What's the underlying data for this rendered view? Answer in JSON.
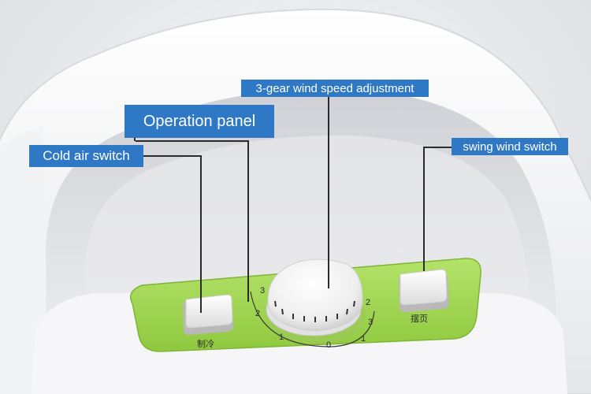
{
  "callouts": {
    "cold_air_switch": "Cold air switch",
    "operation_panel": "Operation panel",
    "wind_speed": "3-gear wind speed adjustment",
    "swing_wind_switch": "swing wind switch"
  },
  "panel_labels": {
    "cold_button": "制冷",
    "swing_button": "摆页"
  },
  "dial_marks": [
    "3",
    "2",
    "1",
    "0",
    "1",
    "2",
    "3"
  ],
  "colors": {
    "callout_bg": "#2f78c6",
    "panel_green": "#9ed64d",
    "housing_white": "#f7f7f8"
  }
}
